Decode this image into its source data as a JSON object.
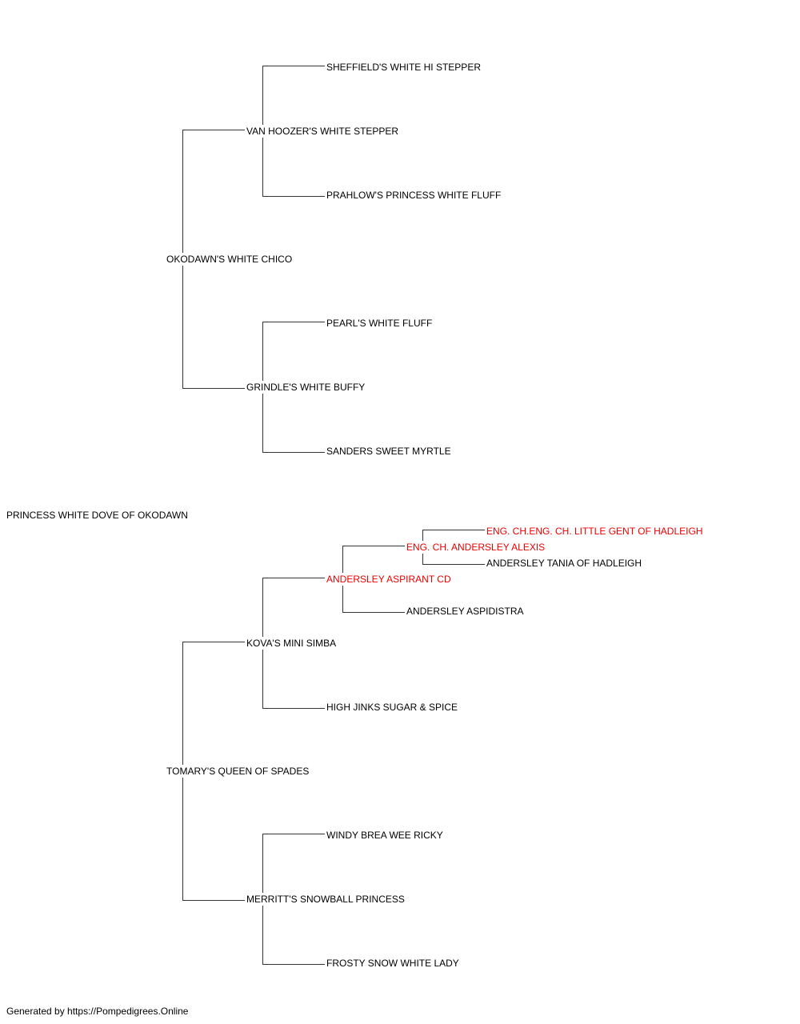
{
  "pedigree": {
    "subject": "PRINCESS WHITE DOVE OF OKODAWN",
    "sire": "OKODAWN'S WHITE CHICO",
    "sire_sire": "VAN HOOZER'S WHITE STEPPER",
    "sire_sire_sire": "SHEFFIELD'S WHITE HI STEPPER",
    "sire_sire_dam": "PRAHLOW'S PRINCESS WHITE FLUFF",
    "sire_dam": "GRINDLE'S WHITE BUFFY",
    "sire_dam_sire": "PEARL'S WHITE FLUFF",
    "sire_dam_dam": "SANDERS SWEET MYRTLE",
    "dam": "TOMARY'S QUEEN OF SPADES",
    "dam_sire": "KOVA'S MINI SIMBA",
    "dam_sire_sire": "ANDERSLEY ASPIRANT CD",
    "dam_sire_sire_sire": "ENG. CH. ANDERSLEY ALEXIS",
    "dam_sire_sire_sire_sire": "ENG. CH.ENG. CH. LITTLE GENT OF HADLEIGH",
    "dam_sire_sire_sire_dam": "ANDERSLEY TANIA OF HADLEIGH",
    "dam_sire_sire_dam": "ANDERSLEY ASPIDISTRA",
    "dam_sire_dam": "HIGH JINKS SUGAR & SPICE",
    "dam_dam": "MERRITT'S SNOWBALL PRINCESS",
    "dam_dam_sire": "WINDY BREA WEE RICKY",
    "dam_dam_dam": "FROSTY SNOW WHITE LADY"
  },
  "highlight_color": "#ee0000",
  "text_color": "#000000",
  "footer": "Generated by https://Pompedigrees.Online"
}
